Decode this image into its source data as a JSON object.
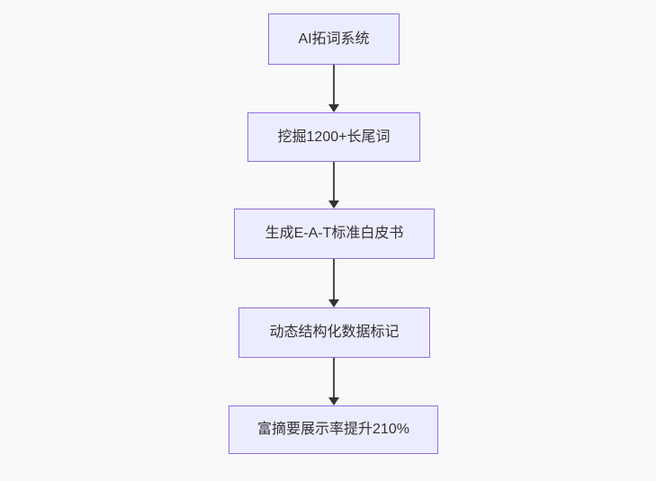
{
  "diagram": {
    "type": "flowchart",
    "direction": "top-down",
    "nodes": [
      {
        "id": "n1",
        "label": "AI拓词系统"
      },
      {
        "id": "n2",
        "label": "挖掘1200+长尾词"
      },
      {
        "id": "n3",
        "label": "生成E-A-T标准白皮书"
      },
      {
        "id": "n4",
        "label": "动态结构化数据标记"
      },
      {
        "id": "n5",
        "label": "富摘要展示率提升210%"
      }
    ],
    "edges": [
      {
        "from": "n1",
        "to": "n2",
        "style": "arrow-down"
      },
      {
        "from": "n2",
        "to": "n3",
        "style": "arrow-down"
      },
      {
        "from": "n3",
        "to": "n4",
        "style": "arrow-down"
      },
      {
        "from": "n4",
        "to": "n5",
        "style": "arrow-down"
      }
    ],
    "colors": {
      "background": "#f9f9f9",
      "node_fill": "#ececff",
      "node_border": "#9370db",
      "node_text": "#333333",
      "arrow": "#333333"
    }
  }
}
